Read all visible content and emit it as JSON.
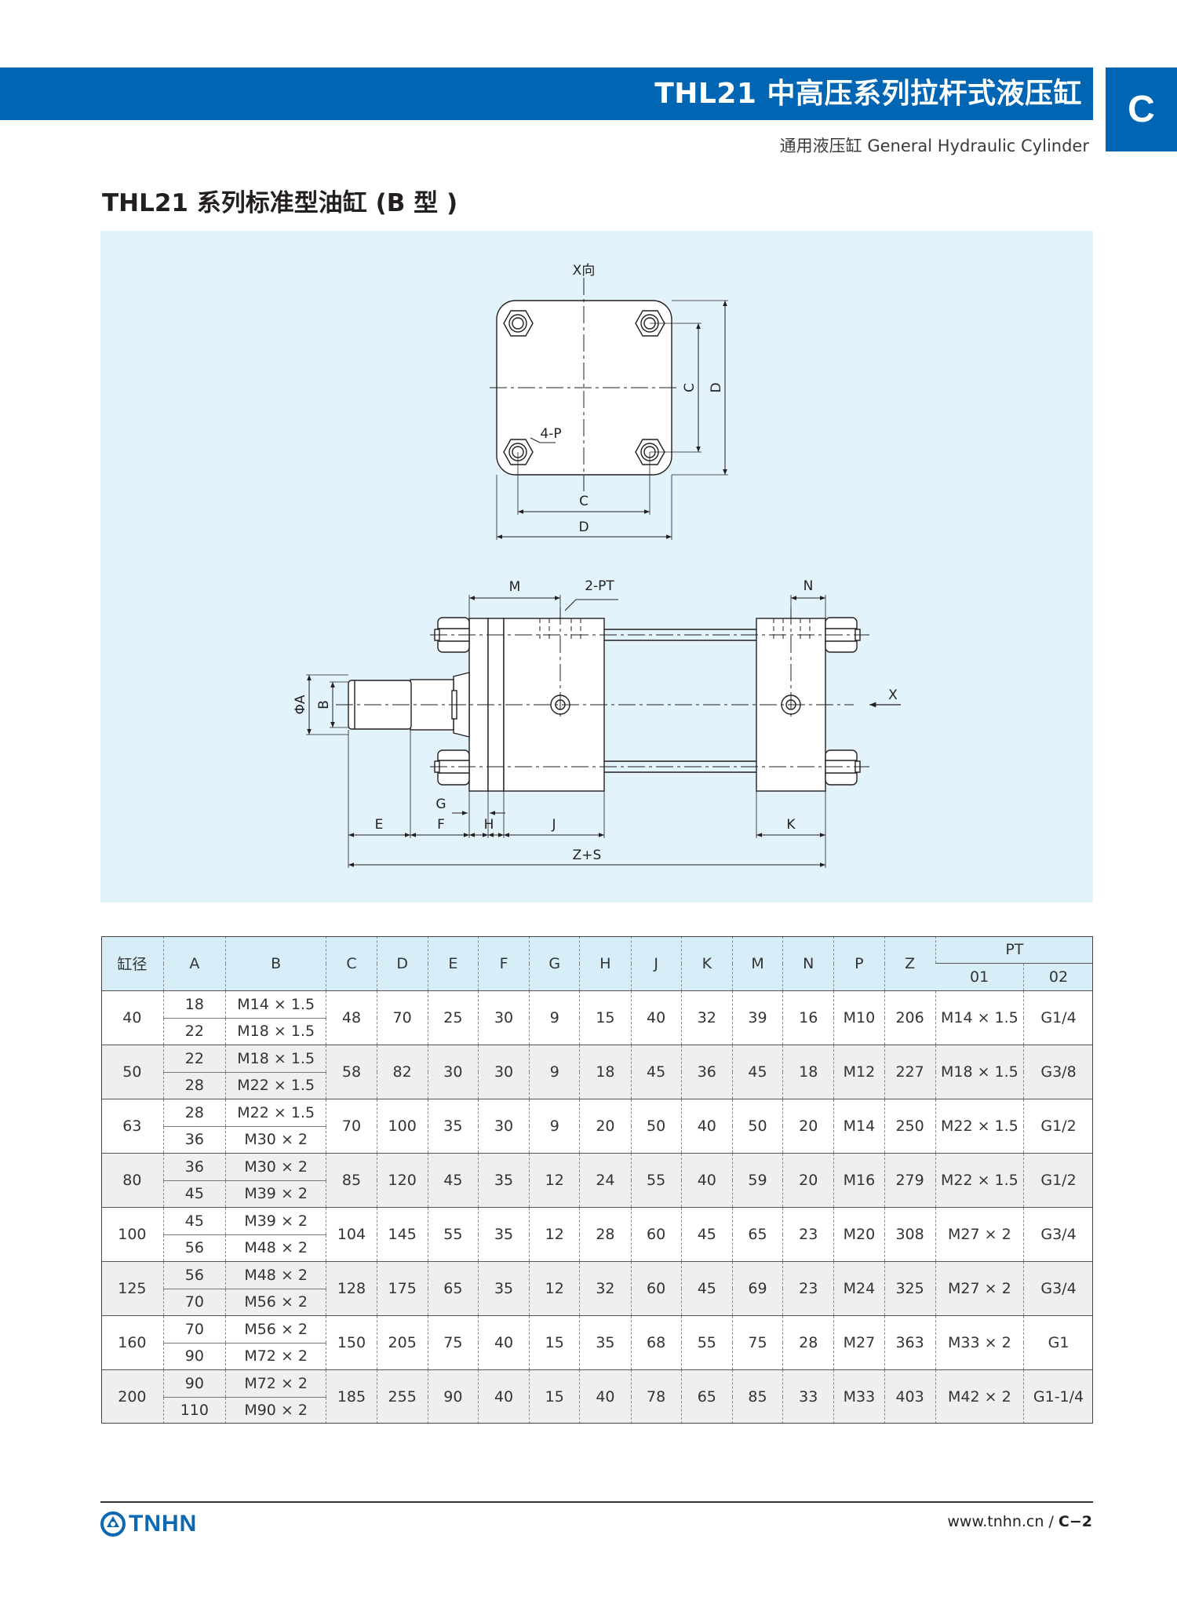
{
  "header": {
    "title": "THL21 中高压系列拉杆式液压缸",
    "section_letter": "C",
    "subtitle": "通用液压缸 General Hydraulic Cylinder"
  },
  "section_title": "THL21 系列标准型油缸 (B 型 )",
  "drawing": {
    "end_view": {
      "label": "X向",
      "labels": [
        "C",
        "D",
        "4-P",
        "C",
        "D"
      ]
    },
    "side_view": {
      "labels": [
        "M",
        "2-PT",
        "N",
        "ΦA",
        "B",
        "X",
        "G",
        "E",
        "F",
        "H",
        "J",
        "K",
        "Z+S"
      ]
    }
  },
  "table": {
    "headers": [
      "缸径",
      "A",
      "B",
      "C",
      "D",
      "E",
      "F",
      "G",
      "H",
      "J",
      "K",
      "M",
      "N",
      "P",
      "Z",
      "PT"
    ],
    "pt_sub": [
      "01",
      "02"
    ],
    "rows": [
      {
        "bore": "40",
        "A": [
          "18",
          "22"
        ],
        "B": [
          "M14 × 1.5",
          "M18 × 1.5"
        ],
        "C": "48",
        "D": "70",
        "E": "25",
        "F": "30",
        "G": "9",
        "H": "15",
        "J": "40",
        "K": "32",
        "M": "39",
        "N": "16",
        "P": "M10",
        "Z": "206",
        "PT01": "M14 × 1.5",
        "PT02": "G1/4"
      },
      {
        "bore": "50",
        "A": [
          "22",
          "28"
        ],
        "B": [
          "M18 × 1.5",
          "M22 × 1.5"
        ],
        "C": "58",
        "D": "82",
        "E": "30",
        "F": "30",
        "G": "9",
        "H": "18",
        "J": "45",
        "K": "36",
        "M": "45",
        "N": "18",
        "P": "M12",
        "Z": "227",
        "PT01": "M18 × 1.5",
        "PT02": "G3/8"
      },
      {
        "bore": "63",
        "A": [
          "28",
          "36"
        ],
        "B": [
          "M22 × 1.5",
          "M30 × 2"
        ],
        "C": "70",
        "D": "100",
        "E": "35",
        "F": "30",
        "G": "9",
        "H": "20",
        "J": "50",
        "K": "40",
        "M": "50",
        "N": "20",
        "P": "M14",
        "Z": "250",
        "PT01": "M22 × 1.5",
        "PT02": "G1/2"
      },
      {
        "bore": "80",
        "A": [
          "36",
          "45"
        ],
        "B": [
          "M30 × 2",
          "M39 × 2"
        ],
        "C": "85",
        "D": "120",
        "E": "45",
        "F": "35",
        "G": "12",
        "H": "24",
        "J": "55",
        "K": "40",
        "M": "59",
        "N": "20",
        "P": "M16",
        "Z": "279",
        "PT01": "M22 × 1.5",
        "PT02": "G1/2"
      },
      {
        "bore": "100",
        "A": [
          "45",
          "56"
        ],
        "B": [
          "M39 × 2",
          "M48 × 2"
        ],
        "C": "104",
        "D": "145",
        "E": "55",
        "F": "35",
        "G": "12",
        "H": "28",
        "J": "60",
        "K": "45",
        "M": "65",
        "N": "23",
        "P": "M20",
        "Z": "308",
        "PT01": "M27 × 2",
        "PT02": "G3/4"
      },
      {
        "bore": "125",
        "A": [
          "56",
          "70"
        ],
        "B": [
          "M48 × 2",
          "M56 × 2"
        ],
        "C": "128",
        "D": "175",
        "E": "65",
        "F": "35",
        "G": "12",
        "H": "32",
        "J": "60",
        "K": "45",
        "M": "69",
        "N": "23",
        "P": "M24",
        "Z": "325",
        "PT01": "M27 × 2",
        "PT02": "G3/4"
      },
      {
        "bore": "160",
        "A": [
          "70",
          "90"
        ],
        "B": [
          "M56 × 2",
          "M72 × 2"
        ],
        "C": "150",
        "D": "205",
        "E": "75",
        "F": "40",
        "G": "15",
        "H": "35",
        "J": "68",
        "K": "55",
        "M": "75",
        "N": "28",
        "P": "M27",
        "Z": "363",
        "PT01": "M33 × 2",
        "PT02": "G1"
      },
      {
        "bore": "200",
        "A": [
          "90",
          "110"
        ],
        "B": [
          "M72 × 2",
          "M90 × 2"
        ],
        "C": "185",
        "D": "255",
        "E": "90",
        "F": "40",
        "G": "15",
        "H": "40",
        "J": "78",
        "K": "65",
        "M": "85",
        "N": "33",
        "P": "M33",
        "Z": "403",
        "PT01": "M42 × 2",
        "PT02": "G1-1/4"
      }
    ]
  },
  "footer": {
    "brand": "TNHN",
    "url": "www.tnhn.cn",
    "separator": "/",
    "page": "C−2"
  },
  "colors": {
    "brand_blue": "#0066b3",
    "drawing_bg": "#e2f3fb",
    "table_header_bg": "#d7eef9"
  }
}
